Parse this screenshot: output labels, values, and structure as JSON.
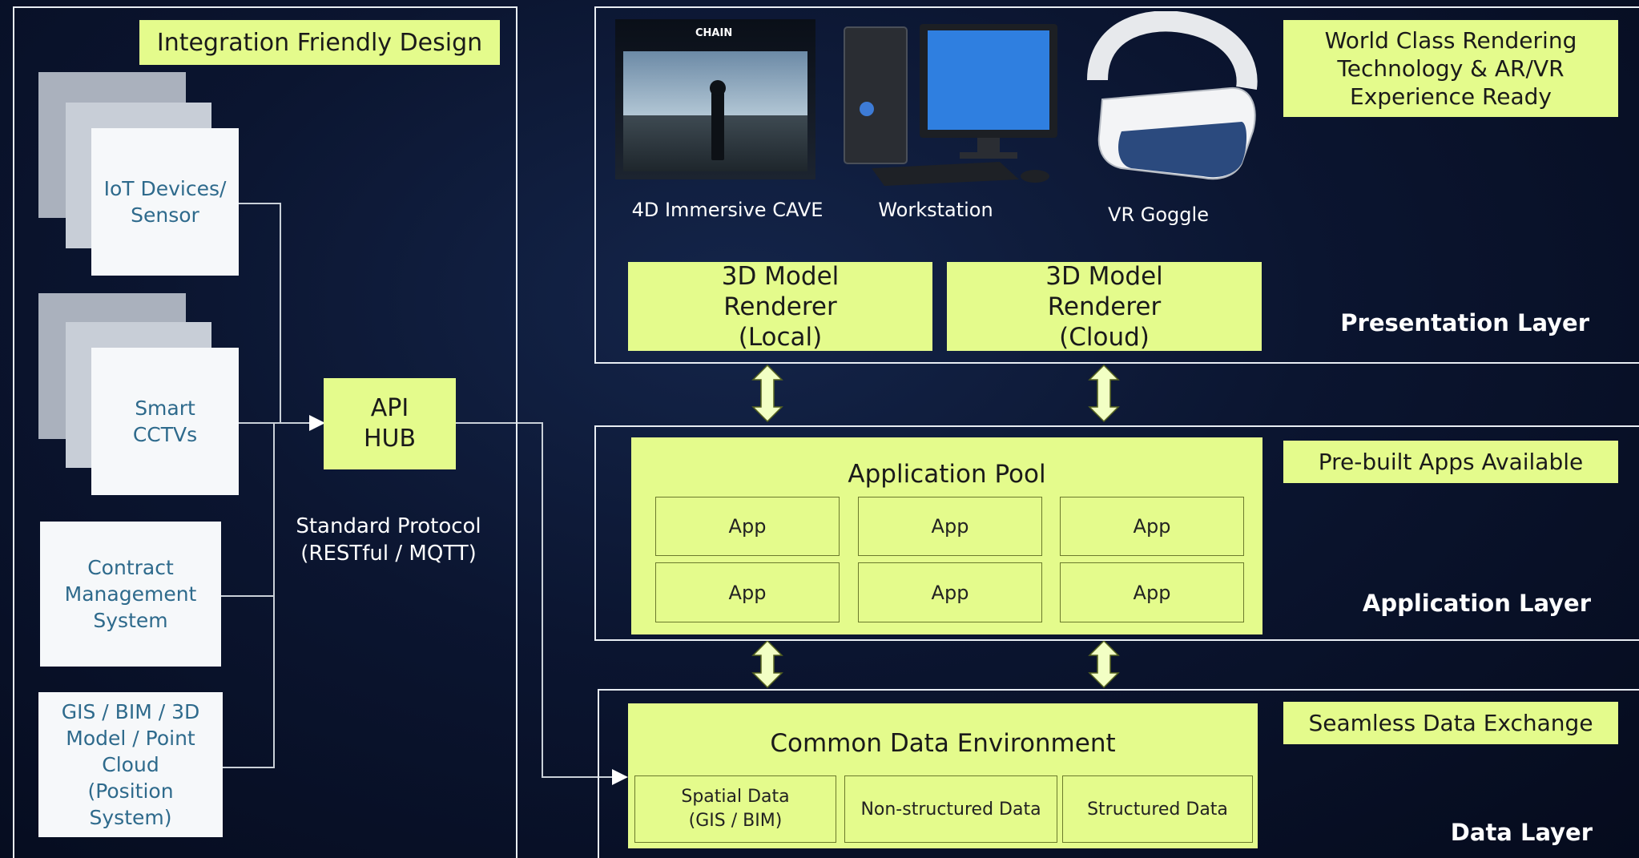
{
  "left_panel": {
    "badge": "Integration Friendly Design",
    "sources": {
      "iot": "IoT Devices/ Sensor",
      "cctv": "Smart CCTVs",
      "contract": "Contract Management System",
      "gis": "GIS / BIM / 3D Model / Point Cloud (Position System)"
    },
    "hub": "API HUB",
    "protocol": "Standard Protocol (RESTful / MQTT)"
  },
  "presentation": {
    "badge": "World Class Rendering Technology & AR/VR Experience Ready",
    "devices": [
      "4D Immersive CAVE",
      "Workstation",
      "VR Goggle"
    ],
    "cave_logo": "CHAIN",
    "renderers": [
      "3D Model Renderer (Local)",
      "3D Model Renderer (Cloud)"
    ],
    "layer_name": "Presentation Layer"
  },
  "application": {
    "badge": "Pre-built Apps Available",
    "pool_title": "Application Pool",
    "apps": [
      "App",
      "App",
      "App",
      "App",
      "App",
      "App"
    ],
    "layer_name": "Application Layer"
  },
  "data": {
    "badge": "Seamless Data Exchange",
    "cde_title": "Common Data Environment",
    "stores": [
      "Spatial Data (GIS / BIM)",
      "Non-structured Data",
      "Structured Data"
    ],
    "layer_name": "Data Layer"
  },
  "colors": {
    "accent": "#e4fb8c",
    "background": "#0b1530",
    "frame": "#e8edf3",
    "source_text": "#2e6a8c"
  }
}
